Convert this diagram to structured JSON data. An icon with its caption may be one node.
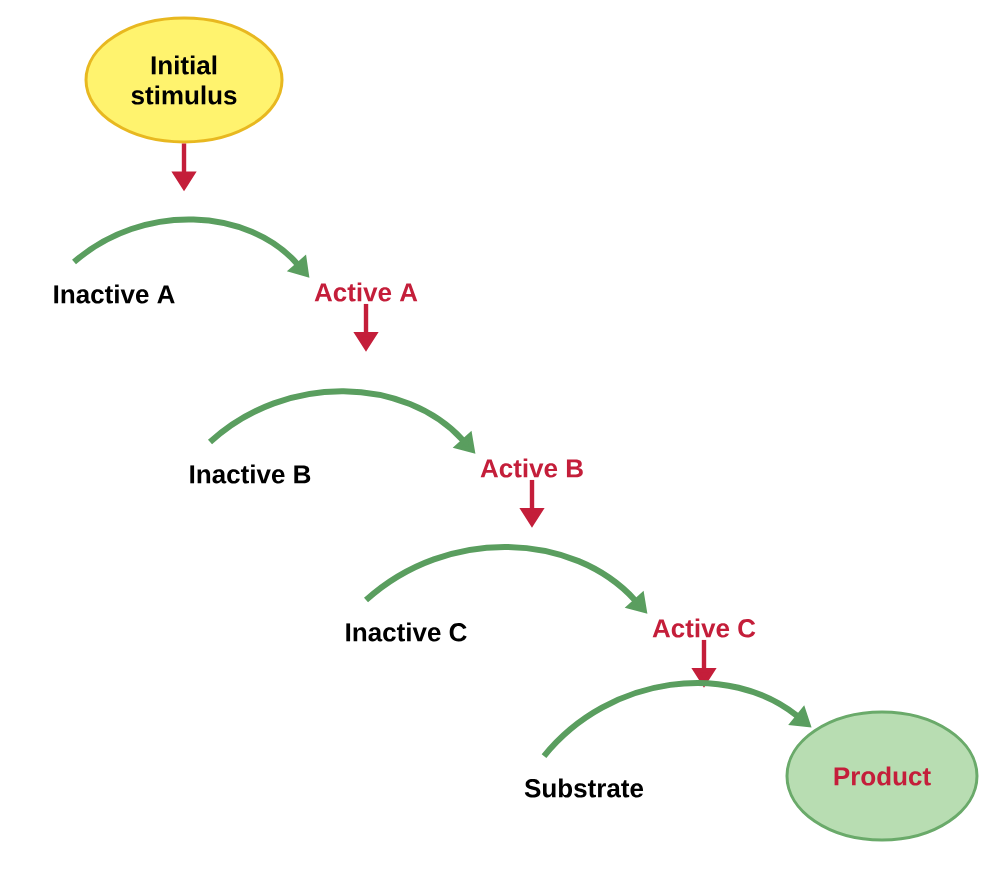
{
  "diagram": {
    "nodes": [
      {
        "text": [
          "Initial stimulus"
        ]
      },
      {
        "text": [
          "Inactive A"
        ]
      },
      {
        "text": [
          "Active A"
        ]
      },
      {
        "text": [
          "Inactive B"
        ]
      },
      {
        "text": [
          "Active B"
        ]
      },
      {
        "text": [
          "Inactive C"
        ]
      },
      {
        "text": [
          "Active C"
        ]
      },
      {
        "text": [
          "Substrate"
        ]
      },
      {
        "text": [
          "Product"
        ]
      }
    ],
    "edges": [
      {
        "from": 0,
        "to": null,
        "arrow": "to",
        "color": "#c41e3a"
      },
      {
        "from": 1,
        "to": 2,
        "arrow": "to",
        "color": "#5a9e5f"
      },
      {
        "from": 2,
        "to": null,
        "arrow": "to",
        "color": "#c41e3a"
      },
      {
        "from": 3,
        "to": 4,
        "arrow": "to",
        "color": "#5a9e5f"
      },
      {
        "from": 4,
        "to": null,
        "arrow": "to",
        "color": "#c41e3a"
      },
      {
        "from": 5,
        "to": 6,
        "arrow": "to",
        "color": "#5a9e5f"
      },
      {
        "from": 6,
        "to": null,
        "arrow": "to",
        "color": "#c41e3a"
      },
      {
        "from": 7,
        "to": 8,
        "arrow": "to",
        "color": "#5a9e5f"
      }
    ]
  }
}
